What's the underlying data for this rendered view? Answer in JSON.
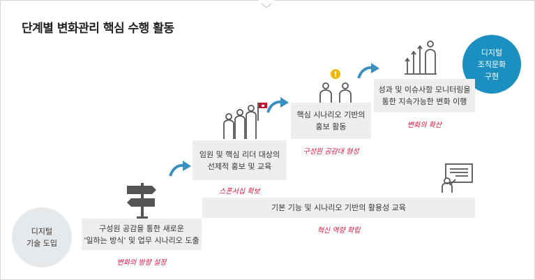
{
  "title": "단계별 변화관리 핵심 수행 활동",
  "start_circle": {
    "line1": "디지털",
    "line2": "기술 도입"
  },
  "end_circle": {
    "line1": "디지털",
    "line2": "조직문화",
    "line3": "구현"
  },
  "steps": [
    {
      "line1": "구성원 공감을 통한 새로운",
      "line2": "'일하는 방식' 및 업무 시나리오 도출",
      "tag": "변화의 방향 설정"
    },
    {
      "line1": "임원 및 핵심 리더 대상의",
      "line2": "선제적 홍보 및 교육",
      "tag": "스폰서십 확보"
    },
    {
      "line1": "핵심 시나리오 기반의",
      "line2": "홍보 활동",
      "tag": "구성원 공감대 형성"
    },
    {
      "line1": "성과 및 이슈사항 모니터링을",
      "line2": "통한 지속가능한 변화 이행",
      "tag": "변화의 확산"
    }
  ],
  "wide_bar": {
    "label": "기본 기능 및 시나리오 기반의 활용성 교육",
    "tag": "혁신 역량 확립"
  },
  "colors": {
    "accent_blue": "#1a8fc0",
    "arrow_blue": "#3b8fbf",
    "tag_red": "#d8163e",
    "step_gray": "#eeeeee",
    "icon_gray": "#555555"
  }
}
